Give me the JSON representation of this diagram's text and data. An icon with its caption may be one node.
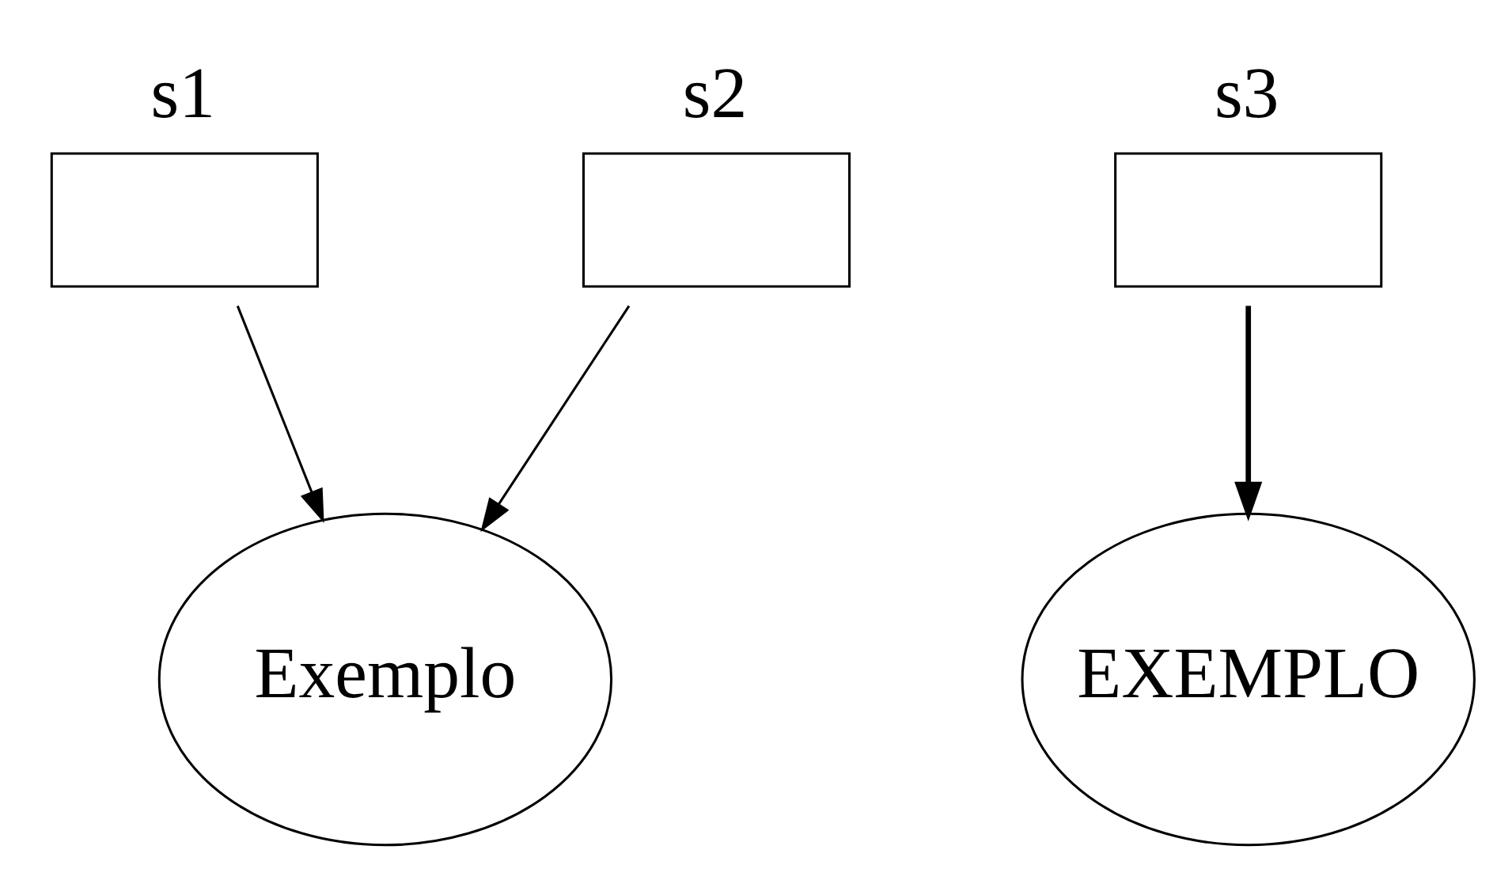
{
  "diagram": {
    "nodes": [
      {
        "text": [
          "s1"
        ]
      },
      {
        "text": [
          "s2"
        ]
      },
      {
        "text": [
          "s3"
        ]
      },
      {
        "text": [
          "Exemplo"
        ]
      },
      {
        "text": [
          "EXEMPLO"
        ]
      }
    ],
    "edges": [
      {
        "from": 0,
        "to": 3,
        "arrow": "to"
      },
      {
        "from": 1,
        "to": 3,
        "arrow": "to"
      },
      {
        "from": 2,
        "to": 4,
        "arrow": "to",
        "style": "thick"
      }
    ]
  }
}
